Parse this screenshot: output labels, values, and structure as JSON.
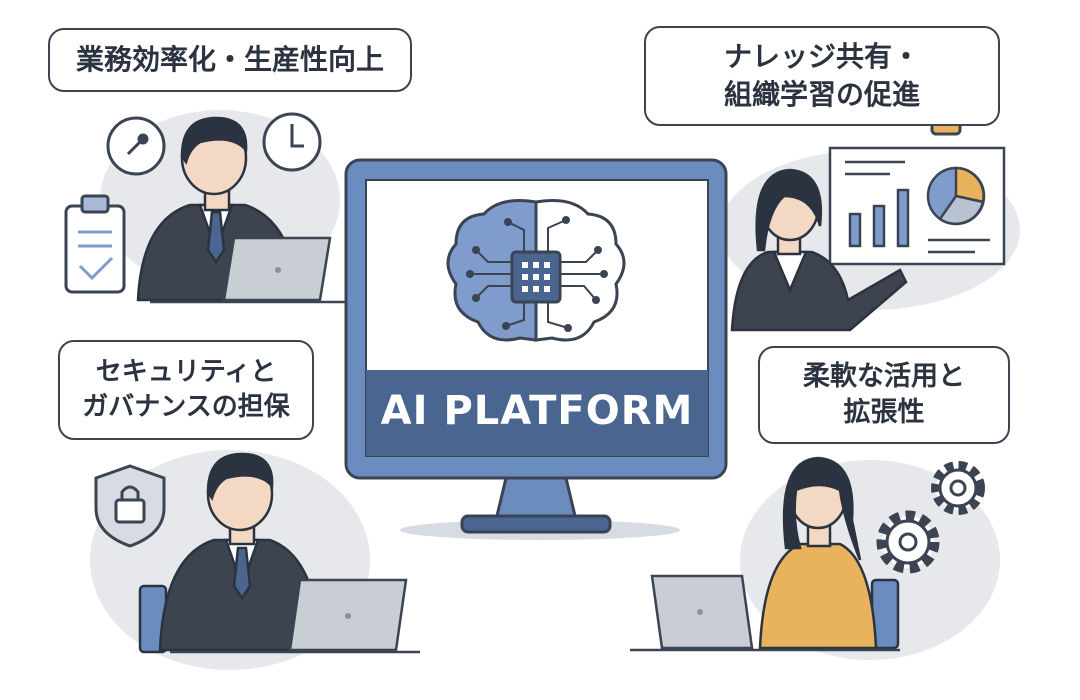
{
  "labels": {
    "top_left": [
      "業務効率化・生産性向上"
    ],
    "top_right": [
      "ナレッジ共有・",
      "組織学習の促進"
    ],
    "middle_left": [
      "セキュリティと",
      "ガバナンスの担保"
    ],
    "middle_right": [
      "柔軟な活用と",
      "拡張性"
    ]
  },
  "monitor": {
    "title": "AI PLATFORM"
  },
  "colors": {
    "outline": "#3b4452",
    "monitor_frame": "#6b8cbf",
    "monitor_banner": "#4a6590",
    "brain_left": "#7f9ccc",
    "suit": "#3d4450",
    "accent_yellow": "#e8b35c",
    "chart_blue": "#7f9ccc",
    "background_blob": "#e6e8ec"
  },
  "icons": [
    "search-icon",
    "clock-icon",
    "clipboard-check-icon",
    "lightbulb-icon",
    "presentation-chart-icon",
    "pie-chart-icon",
    "shield-lock-icon",
    "gear-icon",
    "brain-chip-icon",
    "laptop-icon"
  ]
}
